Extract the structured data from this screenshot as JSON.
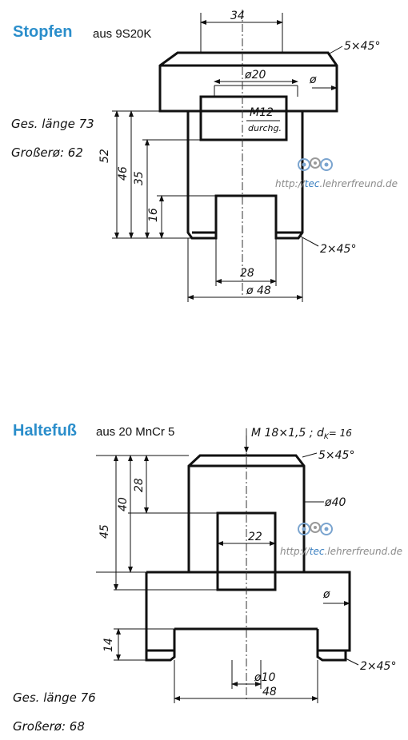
{
  "stopfen": {
    "title": "Stopfen",
    "material": "aus 9S20K",
    "total_length": "Ges. länge 73",
    "max_diameter": "Großerø: 62",
    "dims": {
      "top_width": "34",
      "chamfer_top": "5×45°",
      "bore": "ø20",
      "side_diameter": "ø",
      "thread": "M12",
      "thread_note": "durchg.",
      "h52": "52",
      "h46": "46",
      "h35": "35",
      "h16": "16",
      "chamfer_bottom": "2×45°",
      "slot": "28",
      "diameter": "ø 48"
    }
  },
  "haltefuss": {
    "title": "Haltefuß",
    "material": "aus 20 MnCr 5",
    "total_length": "Ges. länge 76",
    "max_diameter": "Großerø: 68",
    "dims": {
      "thread": "M 18×1,5 ; d",
      "thread_sub": "K",
      "thread_val": "= 16",
      "chamfer_top": "5×45°",
      "d40": "ø40",
      "h45": "45",
      "h40": "40",
      "h28": "28",
      "bore": "22",
      "side_diameter": "ø",
      "h14": "14",
      "chamfer_bottom": "2×45°",
      "d10": "ø10",
      "w48": "48"
    }
  },
  "watermark": {
    "prefix": "http://",
    "brand": "tec",
    "suffix": ".lehrerfreund.de"
  },
  "icons": [
    "gear-logo-icon"
  ]
}
